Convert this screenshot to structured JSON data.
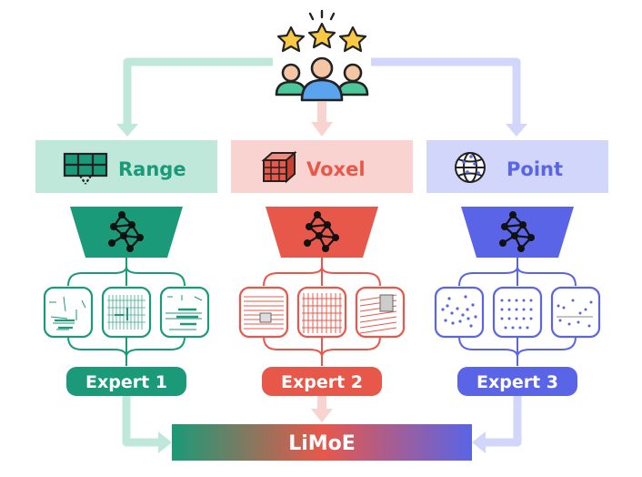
{
  "branches": [
    {
      "label": "Range",
      "color": "#1a9a78",
      "soft": "#bfe8da",
      "expert": "Expert 1"
    },
    {
      "label": "Voxel",
      "color": "#e8584a",
      "soft": "#f8d3cf",
      "expert": "Expert 2"
    },
    {
      "label": "Point",
      "color": "#5964e6",
      "soft": "#d2d6fb",
      "expert": "Expert 3"
    }
  ],
  "output": {
    "label": "LiMoE"
  },
  "icons": [
    "star-icon",
    "people-icon",
    "range-grid-icon",
    "voxel-cube-icon",
    "point-globe-icon",
    "network-icon"
  ]
}
